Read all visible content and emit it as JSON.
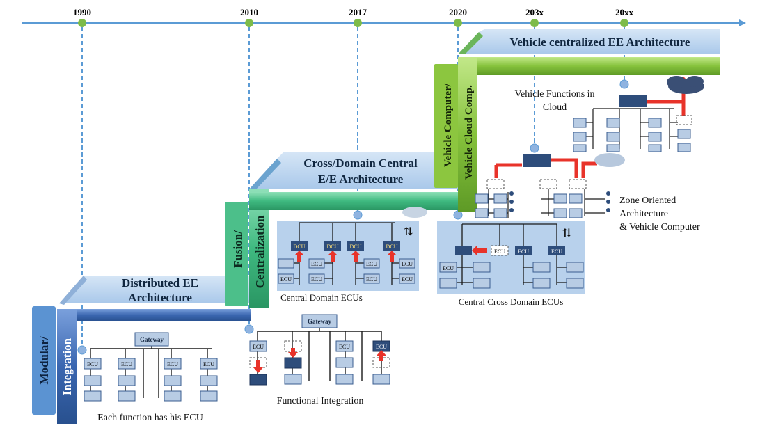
{
  "timeline": {
    "years": [
      "1990",
      "2010",
      "2017",
      "2020",
      "203x",
      "20xx"
    ]
  },
  "stages": {
    "modular": "Modular/",
    "integration": "Integration",
    "distributed_line1": "Distributed EE",
    "distributed_line2": "Architecture",
    "fusion": "Fusion/",
    "centralization": "Centralization",
    "cross_line1": "Cross/Domain Central",
    "cross_line2": "E/E Architecture",
    "vehicle_computer": "Vehicle Computer/",
    "vehicle_cloud": "Vehicle Cloud Comp.",
    "vehicle_centralized": "Vehicle centralized EE Architecture"
  },
  "labels": {
    "gateway": "Gateway",
    "ecu": "ECU",
    "dcu": "DCU",
    "each_function": "Each function has his ECU",
    "functional_integration": "Functional Integration",
    "central_domain": "Central Domain ECUs",
    "central_cross_domain": "Central Cross Domain ECUs",
    "zone_line1": "Zone Oriented",
    "zone_line2": "Architecture",
    "zone_line3": "& Vehicle Computer",
    "cloud_line1": "Vehicle Functions in",
    "cloud_line2": "Cloud"
  },
  "colors": {
    "timeline": "#5b9bd5",
    "year_dot": "#7dbb4a",
    "blue_bar": "#3f6fb5",
    "teal_bar": "#4cbf8a",
    "green_bar": "#8cc63f",
    "panel": "#b8d1ec",
    "box": "#b8cce4",
    "dark_box": "#2e4d7b",
    "arrow_red": "#e8332a"
  }
}
